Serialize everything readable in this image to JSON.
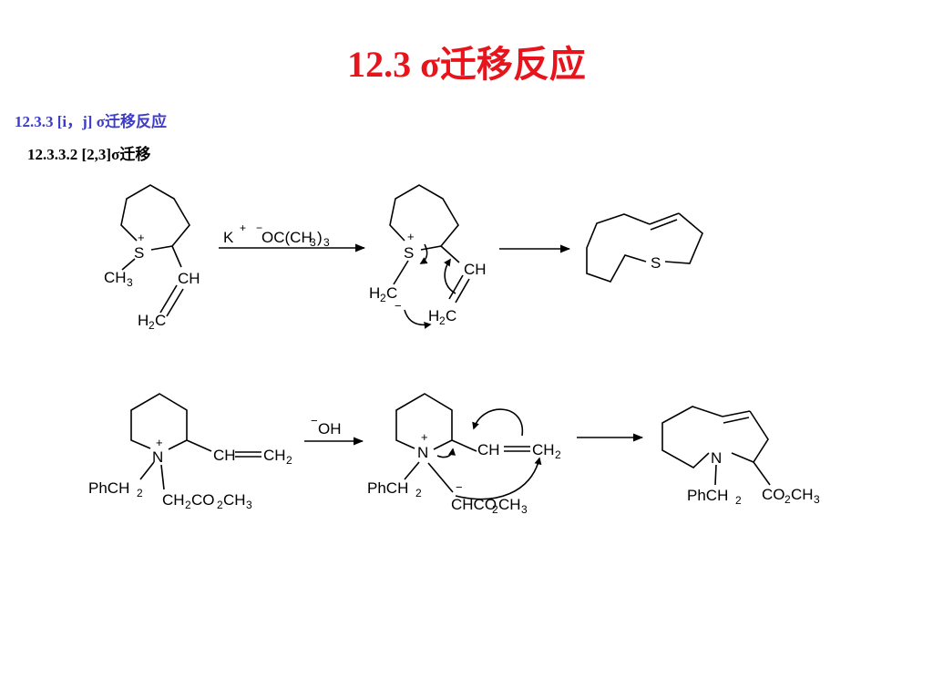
{
  "slide": {
    "title": "12.3 σ迁移反应",
    "section": "12.3.3 [i，j] σ迁移反应",
    "subsection": "12.3.3.2 [2,3]σ迁移"
  },
  "colors": {
    "title": "#e8141c",
    "section": "#3c3cc8",
    "ink": "#000000"
  },
  "reaction1": {
    "reagent": {
      "cation": "K",
      "plus": "+",
      "minus": "−",
      "anion": "OC(CH",
      "sub": "3",
      "close": ")",
      "sub2": "3"
    },
    "start": {
      "S": "S",
      "plus": "+",
      "CH3": "CH",
      "CH3_sub": "3",
      "CH": "CH",
      "H2C": "H",
      "H2C_sub": "2",
      "H2C_end": "C"
    },
    "intermediate": {
      "S": "S",
      "plus": "+",
      "CH": "CH",
      "H2C_a": "H",
      "H2C_a_sub": "2",
      "H2C_a_end": "C",
      "minus": "−",
      "H2C_b": "H",
      "H2C_b_sub": "2",
      "H2C_b_end": "C"
    },
    "product": {
      "S": "S"
    }
  },
  "reaction2": {
    "reagent": {
      "minus": "−",
      "anion": "OH"
    },
    "start": {
      "N": "N",
      "plus": "+",
      "CH": "CH",
      "CH2": "CH",
      "CH2_sub": "2",
      "PhCH2": "PhCH",
      "PhCH2_sub": "2",
      "ester": [
        "CH",
        "2",
        "CO",
        "2",
        "CH",
        "3"
      ]
    },
    "intermediate": {
      "N": "N",
      "plus": "+",
      "CH": "CH",
      "CH2": "CH",
      "CH2_sub": "2",
      "PhCH2": "PhCH",
      "PhCH2_sub": "2",
      "minus": "−",
      "ester": [
        "CHCO",
        "2",
        "CH",
        "3"
      ]
    },
    "product": {
      "N": "N",
      "PhCH2": "PhCH",
      "PhCH2_sub": "2",
      "ester": [
        "CO",
        "2",
        "CH",
        "3"
      ]
    }
  }
}
